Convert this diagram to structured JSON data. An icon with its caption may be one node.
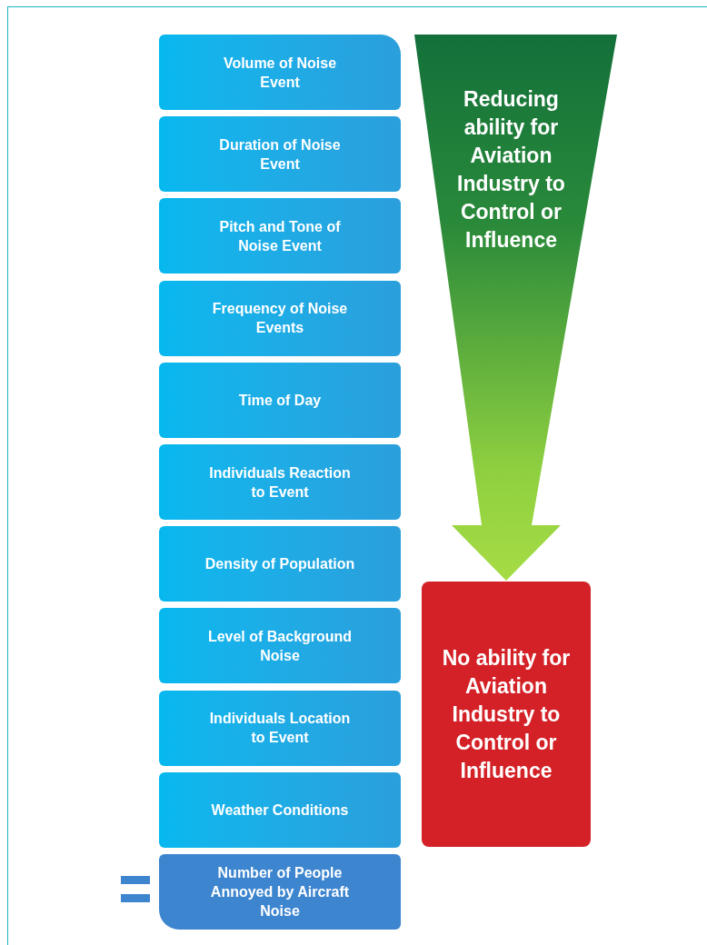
{
  "diagram": {
    "nodes": [
      {
        "text": [
          "Volume of Noise Event"
        ]
      },
      {
        "text": [
          "Duration of Noise Event"
        ]
      },
      {
        "text": [
          "Pitch and Tone of Noise Event"
        ]
      },
      {
        "text": [
          "Frequency of Noise Events"
        ]
      },
      {
        "text": [
          "Time of Day"
        ]
      },
      {
        "text": [
          "Individuals Reaction to Event"
        ]
      },
      {
        "text": [
          "Density of Population"
        ]
      },
      {
        "text": [
          "Level of Background Noise"
        ]
      },
      {
        "text": [
          "Individuals Location to Event"
        ]
      },
      {
        "text": [
          "Weather Conditions"
        ]
      },
      {
        "text": [
          "Number of People Annoyed by Aircraft Noise"
        ]
      },
      {
        "text": [
          "Reducing ability for Aviation Industry to Control or Influence"
        ]
      },
      {
        "text": [
          "No ability for Aviation Industry to Control or Influence"
        ]
      }
    ]
  }
}
